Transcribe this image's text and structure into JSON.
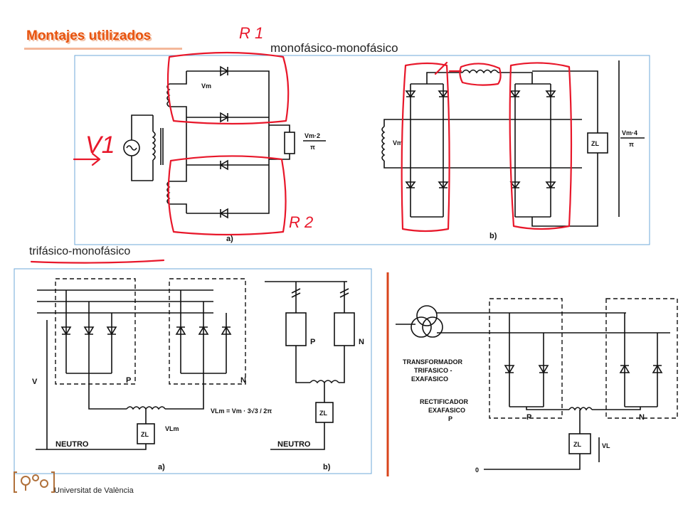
{
  "title": "Montajes utilizados",
  "labels": {
    "mono": "monofásico-monofásico",
    "tri": "trifásico-monofásico"
  },
  "annotations": {
    "r1": "R 1",
    "r2": "R 2",
    "v1": "V1"
  },
  "circuits": {
    "a1": {
      "caption": "a)",
      "vm": "Vm",
      "formula_top": "Vm·2",
      "formula_bottom": "π"
    },
    "b1": {
      "caption": "b)",
      "vm": "Vm",
      "zl": "ZL",
      "formula_top": "Vm·4",
      "formula_bottom": "π"
    },
    "a2": {
      "caption": "a)",
      "v": "V",
      "p": "P",
      "n": "N",
      "neutro": "NEUTRO",
      "zl": "ZL",
      "vlm": "VLm",
      "formula": "VLm = Vm · 3√3 / 2π"
    },
    "b2": {
      "caption": "b)",
      "p": "P",
      "n": "N",
      "neutro": "NEUTRO",
      "zl": "ZL"
    },
    "c2": {
      "t1": "TRANSFORMADOR",
      "t2": "TRIFASICO -",
      "t3": "EXAFASICO",
      "r1": "RECTIFICADOR",
      "r2": "EXAFASICO",
      "r3": "P",
      "p": "P",
      "n": "N",
      "zl": "ZL",
      "vl": "VL",
      "zero": "0"
    }
  },
  "footer": "Universitat de València",
  "colors": {
    "title": "#e8530e",
    "ink": "#e8172a",
    "divider": "#d9441b",
    "frame": "#6fa8d8"
  }
}
